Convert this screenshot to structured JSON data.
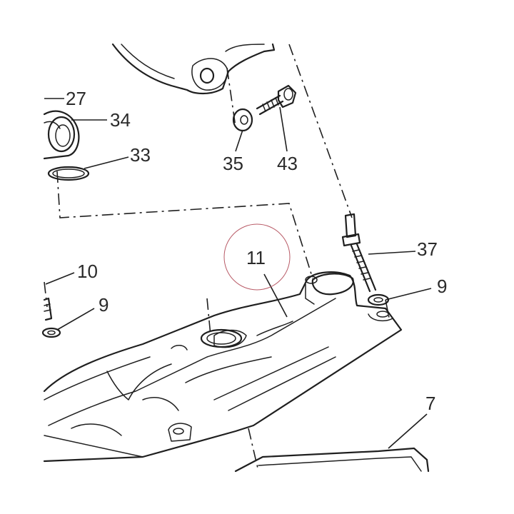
{
  "callouts": [
    {
      "id": "27",
      "label": "27"
    },
    {
      "id": "34",
      "label": "34"
    },
    {
      "id": "33",
      "label": "33"
    },
    {
      "id": "35",
      "label": "35"
    },
    {
      "id": "43",
      "label": "43"
    },
    {
      "id": "11",
      "label": "11"
    },
    {
      "id": "37",
      "label": "37"
    },
    {
      "id": "10",
      "label": "10"
    },
    {
      "id": "9a",
      "label": "9"
    },
    {
      "id": "9b",
      "label": "9"
    },
    {
      "id": "7",
      "label": "7"
    }
  ],
  "highlight_color": "#b85a66"
}
